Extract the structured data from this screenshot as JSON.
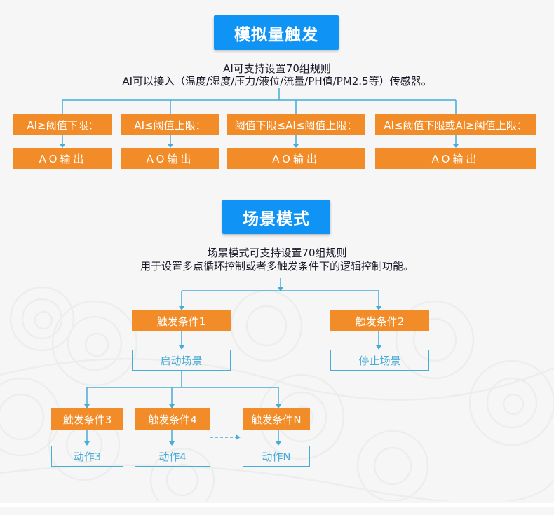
{
  "colors": {
    "accent_blue": "#0f94f5",
    "orange": "#f28c28",
    "line_blue": "#46acd8",
    "background": "#f6f6f6"
  },
  "analog": {
    "title": "模拟量触发",
    "desc_line1": "AI可支持设置70组规则",
    "desc_line2": "AI可以接入（温度/湿度/压力/液位/流量/PH值/PM2.5等）传感器。",
    "conditions": [
      {
        "label": "AI≥阈值下限：",
        "output": "AO输出"
      },
      {
        "label": "AI≤阈值上限：",
        "output": "AO输出"
      },
      {
        "label": "阈值下限≤AI≤阈值上限：",
        "output": "AO输出"
      },
      {
        "label": "AI≤阈值下限或AI≥阈值上限：",
        "output": "AO输出"
      }
    ]
  },
  "scene": {
    "title": "场景模式",
    "desc_line1": "场景模式可支持设置70组规则",
    "desc_line2": "用于设置多点循环控制或者多触发条件下的逻辑控制功能。",
    "trigger1": "触发条件1",
    "trigger2": "触发条件2",
    "start_scene": "启动场景",
    "stop_scene": "停止场景",
    "sub_triggers": [
      {
        "label": "触发条件3",
        "action": "动作3"
      },
      {
        "label": "触发条件4",
        "action": "动作4"
      },
      {
        "label": "触发条件N",
        "action": "动作N"
      }
    ]
  }
}
